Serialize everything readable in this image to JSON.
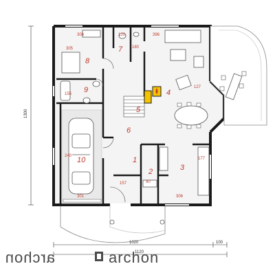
{
  "rooms": {
    "r1": "1",
    "r2": "2",
    "r3": "3",
    "r4": "4",
    "r5": "5",
    "r6": "6",
    "r7": "7",
    "r8": "8",
    "r9": "9",
    "r10": "10"
  },
  "dimensions": {
    "left_total": "1300",
    "bottom_inner": "1020",
    "bottom_step": "100",
    "bottom_total": "1120",
    "d_306_top": "306",
    "d_305": "305",
    "d_120_top": "120",
    "d_180": "180",
    "d_396": "396",
    "d_155": "155",
    "d_127": "127",
    "d_240": "240",
    "d_157": "157",
    "d_90": "90",
    "d_177": "177",
    "d_301": "301",
    "d_306_bot": "306"
  },
  "brand": {
    "left": "archon",
    "right": "archon"
  },
  "colors": {
    "wall": "#1a1a1a",
    "room_number": "#c0392b",
    "stair_accent": "#f5c400",
    "floor": "#f2f2f2"
  }
}
